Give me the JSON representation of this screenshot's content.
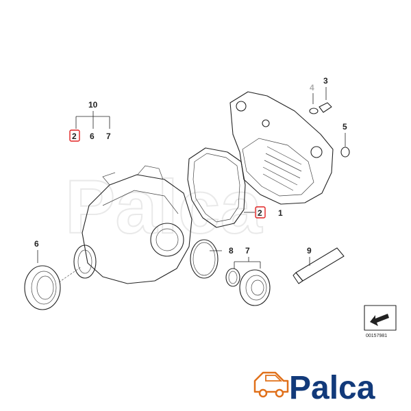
{
  "callouts": {
    "group_top": "10",
    "group_a": "2",
    "group_b": "6",
    "group_c": "7",
    "bolt_washer": "4",
    "bolt": "3",
    "plug": "5",
    "gasket": "2",
    "cover": "1",
    "seal_left": "6",
    "oring": "8",
    "seal_group": "7",
    "tube": "9"
  },
  "reference_number": "00157981",
  "brand": {
    "name": "Palca",
    "watermark": "Palca",
    "colors": {
      "text": "#123a7a",
      "car_outline": "#e0701a"
    }
  },
  "highlight_color": "#e02020",
  "icons": {
    "reference_box": "arrow-diagram-icon",
    "logo": "delivery-car-icon"
  }
}
